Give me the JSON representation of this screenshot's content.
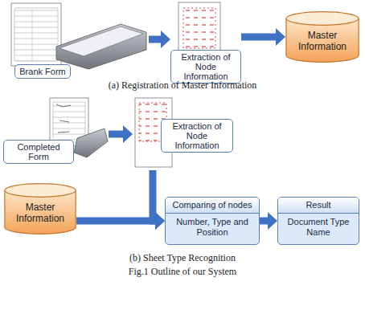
{
  "diagram": {
    "caption": "Fig.1 Outline of our System",
    "nodes": [
      {
        "text": [
          "Brank Form"
        ]
      },
      {
        "text": [
          "Extraction of Node Information"
        ]
      },
      {
        "text": [
          "Master Information"
        ]
      },
      {
        "text": [
          "Completed Form"
        ]
      },
      {
        "text": [
          "Extraction of Node Information"
        ]
      },
      {
        "text": [
          "Master Information"
        ]
      },
      {
        "text": [
          "Comparing of nodes",
          "Number, Type and Position"
        ]
      },
      {
        "text": [
          "Result",
          "Document Type Name"
        ]
      }
    ],
    "edges": [
      {
        "from": 0,
        "to": 1,
        "arrow": "to"
      },
      {
        "from": 1,
        "to": 2,
        "arrow": "to"
      },
      {
        "from": 3,
        "to": 4,
        "arrow": "to"
      },
      {
        "from": 4,
        "to": 6,
        "arrow": "to"
      },
      {
        "from": 5,
        "to": 6,
        "arrow": "to"
      },
      {
        "from": 6,
        "to": 7,
        "arrow": "to"
      }
    ],
    "labels": [
      "(a) Registration of Master Information",
      "(b) Sheet Type Recognition"
    ]
  }
}
